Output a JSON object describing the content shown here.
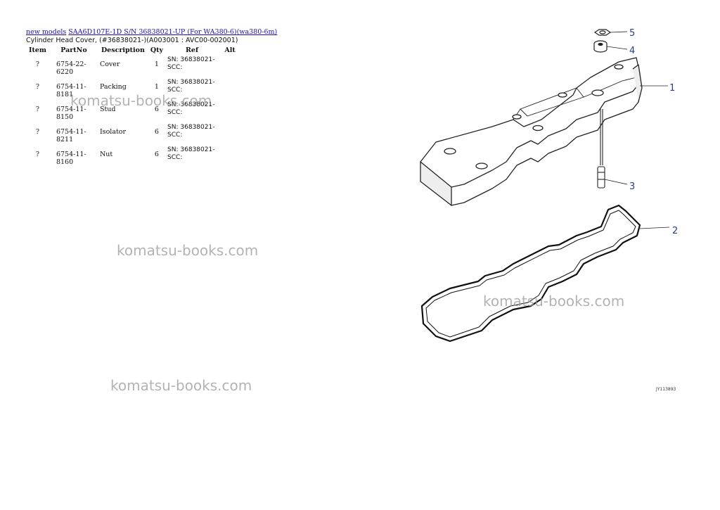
{
  "breadcrumb": {
    "link1": "new models",
    "link2": "SAA6D107E-1D S/N  36838021-UP (For WA380-6)(wa380-6m)"
  },
  "subtitle": "Cylinder Head Cover, (#36838021-)(A003001 : AVC00-002001)",
  "table": {
    "headers": {
      "item": "Item",
      "partno": "PartNo",
      "description": "Description",
      "qty": "Qty",
      "ref": "Ref",
      "alt": "Alt"
    },
    "rows": [
      {
        "item": "?",
        "partno": "6754-22-6220",
        "description": "Cover",
        "qty": "1",
        "ref": "SN: 36838021-SCC:",
        "alt": ""
      },
      {
        "item": "?",
        "partno": "6754-11-8181",
        "description": "Packing",
        "qty": "1",
        "ref": "SN: 36838021-SCC:",
        "alt": ""
      },
      {
        "item": "?",
        "partno": "6754-11-8150",
        "description": "Stud",
        "qty": "6",
        "ref": "SN: 36838021-SCC:",
        "alt": ""
      },
      {
        "item": "?",
        "partno": "6754-11-8211",
        "description": "Isolator",
        "qty": "6",
        "ref": "SN: 36838021-SCC:",
        "alt": ""
      },
      {
        "item": "?",
        "partno": "6754-11-8160",
        "description": "Nut",
        "qty": "6",
        "ref": "SN: 36838021-SCC:",
        "alt": ""
      }
    ]
  },
  "watermarks": [
    "komatsu-books.com",
    "komatsu-books.com",
    "komatsu-books.com",
    "komatsu-books.com"
  ],
  "diagram": {
    "callouts": [
      "5",
      "4",
      "1",
      "3",
      "2"
    ],
    "code": "JY113893"
  }
}
